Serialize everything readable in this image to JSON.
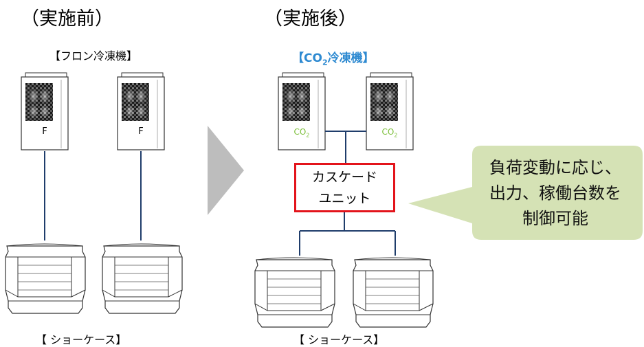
{
  "before": {
    "heading": "（実施前）",
    "unit_label": "【フロン冷凍機】",
    "unit_mark": "F",
    "showcase_label": "【 ショーケース】"
  },
  "after": {
    "heading": "（実施後）",
    "unit_label_prefix": "【CO",
    "unit_label_sub": "2",
    "unit_label_suffix": "冷凍機】",
    "unit_mark_prefix": "CO",
    "unit_mark_sub": "2",
    "cascade_line1": "カスケード",
    "cascade_line2": "ユニット",
    "showcase_label": "【 ショーケース】"
  },
  "callout": {
    "line1": "負荷変動に応じ、",
    "line2": "出力、稼働台数を",
    "line3": "制御可能"
  },
  "colors": {
    "pipe": "#1f3d6b",
    "cascade_border": "#e3141b",
    "co2_title": "#2e8ad1",
    "co2_mark": "#7cbf3a",
    "callout_fill": "#d5e2b5",
    "arrow": "#bdbdbd"
  },
  "icons": [
    "refrigeration-unit-icon",
    "showcase-icon",
    "right-arrow-icon",
    "callout-bubble"
  ]
}
